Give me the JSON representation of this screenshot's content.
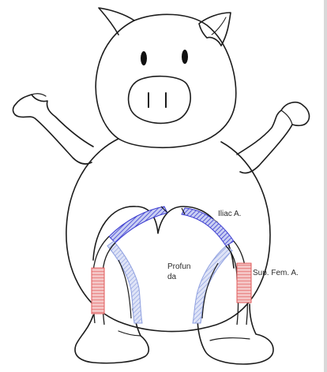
{
  "labels": {
    "iliac": "Iliac A.",
    "profunda_line1": "Profun",
    "profunda_line2": "da",
    "sup_fem": "Sup. Fem. A."
  },
  "colors": {
    "outline": "#1c1c1c",
    "iliac_segment": "#3b3bd0",
    "profunda_segment": "#8fa0e0",
    "sup_fem_segment": "#e05a5a",
    "sup_fem_fill": "#f4c4c4"
  }
}
